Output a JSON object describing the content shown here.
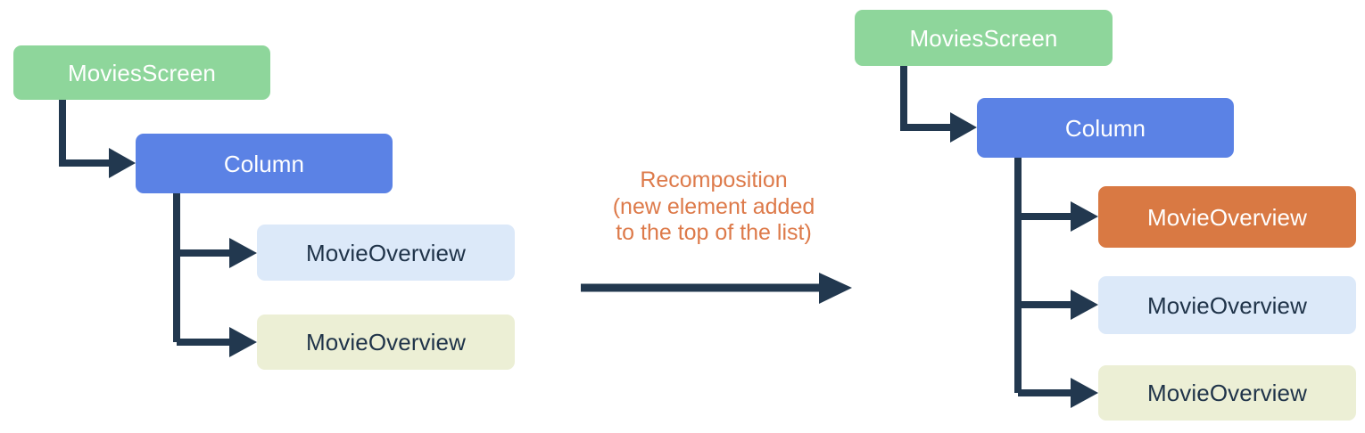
{
  "diagram": {
    "title_text_colors": {
      "dark_text": "#1f3349",
      "light_text": "#ffffff",
      "arrow": "#22384f",
      "accent_orange_text": "#dd7a4a"
    },
    "palette": {
      "green": "#8ed69b",
      "blue": "#5b82e5",
      "orange": "#d97943",
      "light_blue": "#dce9f9",
      "light_yellow": "#ecefd5"
    },
    "before": {
      "label": "before-recomposition-tree",
      "nodes": [
        {
          "name": "movies-screen",
          "text": "MoviesScreen"
        },
        {
          "name": "column",
          "text": "Column"
        },
        {
          "name": "movie-overview-1",
          "text": "MovieOverview"
        },
        {
          "name": "movie-overview-2",
          "text": "MovieOverview"
        }
      ]
    },
    "transition": {
      "name": "recomposition-transition",
      "text": "Recomposition\n(new element added\nto the top of the list)",
      "arrow_icon": "right-arrow-icon"
    },
    "after": {
      "label": "after-recomposition-tree",
      "nodes": [
        {
          "name": "movies-screen",
          "text": "MoviesScreen"
        },
        {
          "name": "column",
          "text": "Column"
        },
        {
          "name": "movie-overview-new",
          "text": "MovieOverview"
        },
        {
          "name": "movie-overview-1",
          "text": "MovieOverview"
        },
        {
          "name": "movie-overview-2",
          "text": "MovieOverview"
        }
      ]
    }
  }
}
